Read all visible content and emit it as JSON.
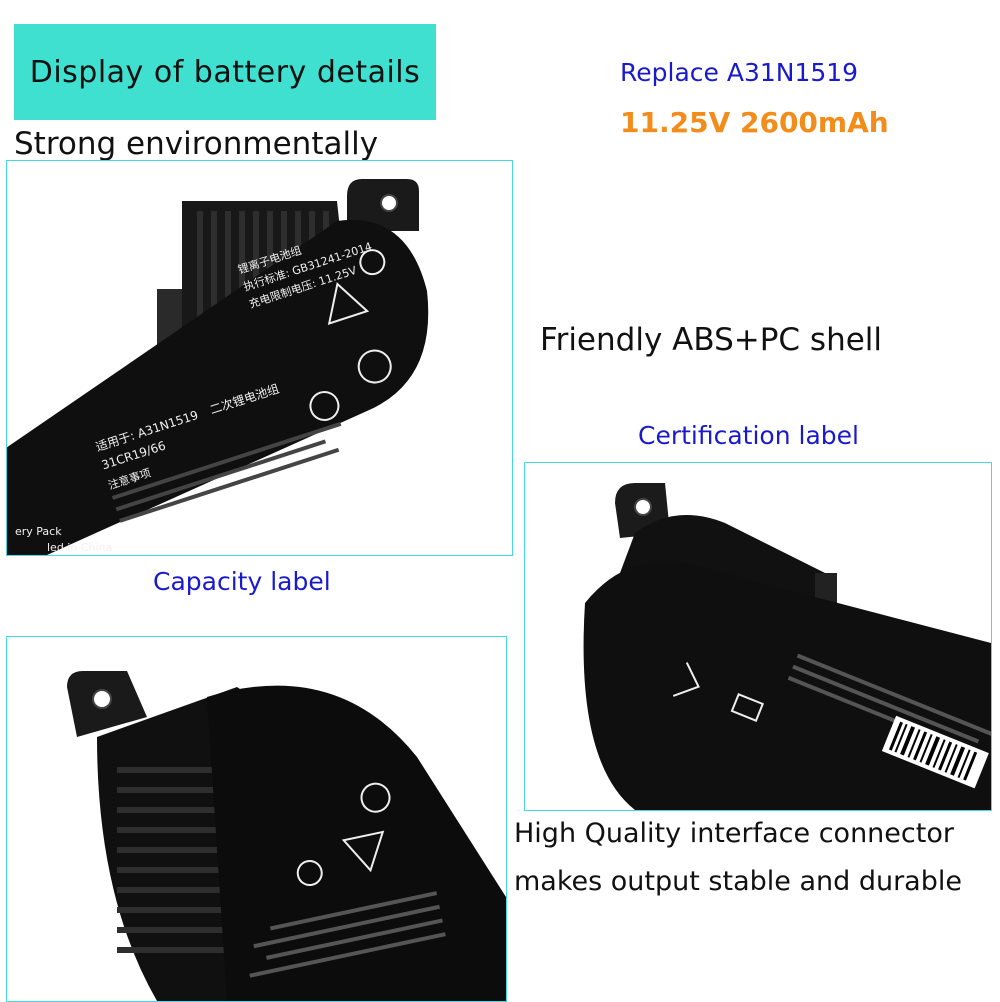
{
  "banner": {
    "title": "Display of battery details"
  },
  "headline_left": "Strong environmentally",
  "model": {
    "replace": "Replace A31N1519",
    "spec": "11.25V 2600mAh"
  },
  "shell_text": "Friendly ABS+PC shell",
  "labels": {
    "capacity": "Capacity label",
    "certification": "Certification label"
  },
  "connector_text": {
    "line1": "High Quality interface connector",
    "line2": "makes output stable and durable"
  },
  "battery_label": {
    "model_line": "适用于: A31N1519",
    "cell_line": "31CR19/66",
    "kind": "二次锂电池组",
    "standard": "执行标准: GB31241-2014",
    "voltage": "充电限制电压: 11.25V",
    "header": "锂离子电池组",
    "notice": "注意事项",
    "pack": "ery Pack",
    "china": "led in China"
  },
  "colors": {
    "banner": "#40e0d0",
    "frame": "#47d7e8",
    "blue_text": "#1a1acd",
    "orange_text": "#f28c1b"
  }
}
